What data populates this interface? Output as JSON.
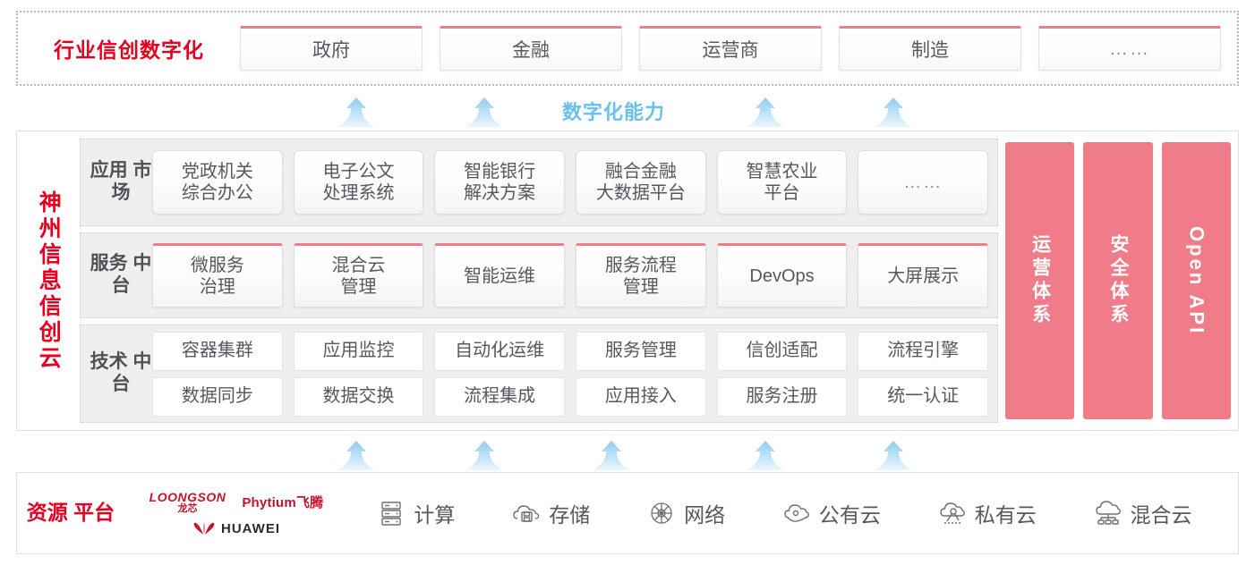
{
  "industry": {
    "title": "行业信创数字化",
    "boxes": [
      {
        "label": "政府",
        "name": "industry-box-government"
      },
      {
        "label": "金融",
        "name": "industry-box-finance"
      },
      {
        "label": "运营商",
        "name": "industry-box-carrier"
      },
      {
        "label": "制造",
        "name": "industry-box-manufacturing"
      },
      {
        "label": "……",
        "name": "industry-box-more"
      }
    ]
  },
  "capability_label": "数字化能力",
  "cloud": {
    "title": "神州信息信创云",
    "layers": [
      {
        "label": "应用\n市场",
        "key": "app-market",
        "cells": [
          {
            "label": "党政机关\n综合办公"
          },
          {
            "label": "电子公文\n处理系统"
          },
          {
            "label": "智能银行\n解决方案"
          },
          {
            "label": "融合金融\n大数据平台"
          },
          {
            "label": "智慧农业\n平台"
          },
          {
            "label": "……"
          }
        ]
      },
      {
        "label": "服务\n中台",
        "key": "service-platform",
        "cells": [
          {
            "label": "微服务\n治理"
          },
          {
            "label": "混合云\n管理"
          },
          {
            "label": "智能运维"
          },
          {
            "label": "服务流程\n管理"
          },
          {
            "label": "DevOps"
          },
          {
            "label": "大屏展示"
          }
        ]
      }
    ],
    "tech": {
      "label": "技术\n中台",
      "row1": [
        "容器集群",
        "应用监控",
        "自动化运维",
        "服务管理",
        "信创适配",
        "流程引擎"
      ],
      "row2": [
        "数据同步",
        "数据交换",
        "流程集成",
        "应用接入",
        "服务注册",
        "统一认证"
      ]
    },
    "pillars": [
      {
        "label": "运营体系",
        "type": "cn",
        "name": "pillar-operations"
      },
      {
        "label": "安全体系",
        "type": "cn",
        "name": "pillar-security"
      },
      {
        "label": "Open API",
        "type": "en",
        "name": "pillar-open-api"
      }
    ]
  },
  "resource": {
    "title": "资源\n平台",
    "vendors": [
      {
        "name": "loongson-logo",
        "line1": "LOONGSON",
        "line2": "龙芯"
      },
      {
        "name": "phytium-logo",
        "text": "Phytium飞腾"
      },
      {
        "name": "huawei-logo",
        "text": "HUAWEI"
      }
    ],
    "items": [
      {
        "label": "计算",
        "icon": "server-icon"
      },
      {
        "label": "存储",
        "icon": "cloud-storage-icon"
      },
      {
        "label": "网络",
        "icon": "network-icon"
      },
      {
        "label": "公有云",
        "icon": "public-cloud-icon"
      },
      {
        "label": "私有云",
        "icon": "private-cloud-icon"
      },
      {
        "label": "混合云",
        "icon": "hybrid-cloud-icon"
      }
    ]
  },
  "colors": {
    "brand_red": "#e60020",
    "pillar_pink": "#ef7c88",
    "accent_blue": "#6cc0ee",
    "layer_bg": "#efefef"
  }
}
